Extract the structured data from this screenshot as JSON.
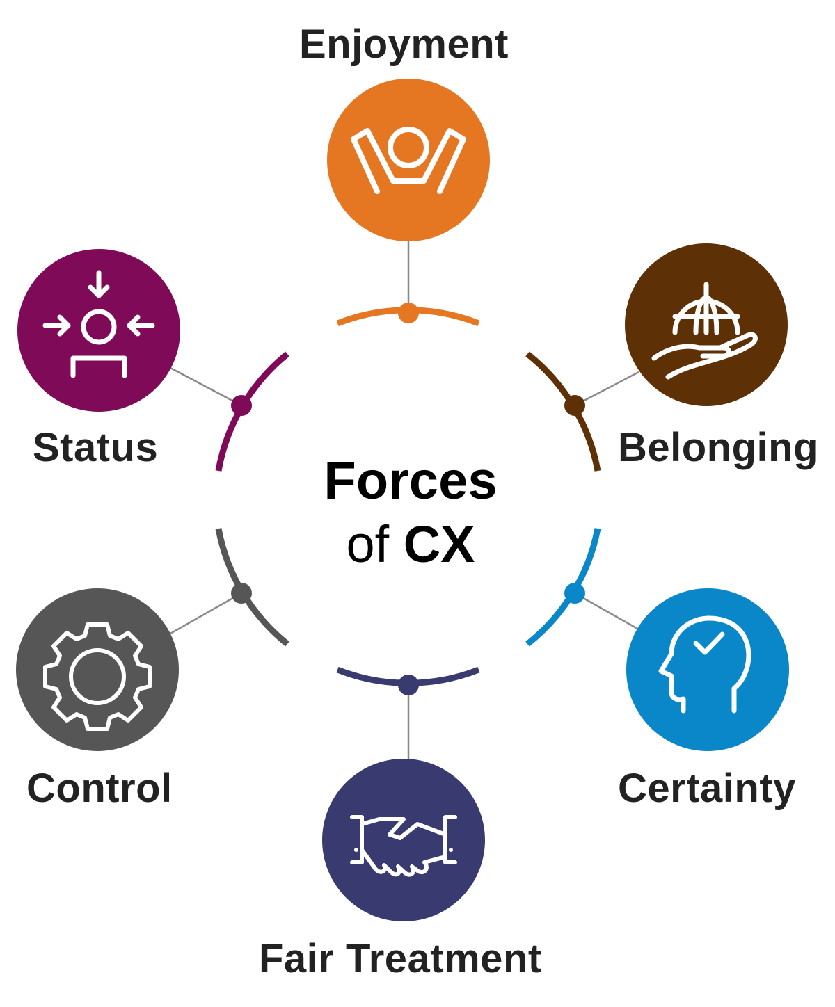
{
  "center": {
    "title": "Forces",
    "sub_prefix": "of",
    "sub_strong": "CX"
  },
  "nodes": [
    {
      "id": "enjoyment",
      "label": "Enjoyment",
      "icon": "celebrating-person-icon",
      "color": "#E67722"
    },
    {
      "id": "belonging",
      "label": "Belonging",
      "icon": "globe-in-hand-icon",
      "color": "#5E3005"
    },
    {
      "id": "certainty",
      "label": "Certainty",
      "icon": "head-with-checkmark-icon",
      "color": "#0A87C9"
    },
    {
      "id": "fair_treatment",
      "label": "Fair Treatment",
      "icon": "handshake-icon",
      "color": "#383A70"
    },
    {
      "id": "control",
      "label": "Control",
      "icon": "gear-icon",
      "color": "#565656"
    },
    {
      "id": "status",
      "label": "Status",
      "icon": "person-with-inward-arrows-icon",
      "color": "#7F0A57"
    }
  ],
  "connector_color": "#888888"
}
